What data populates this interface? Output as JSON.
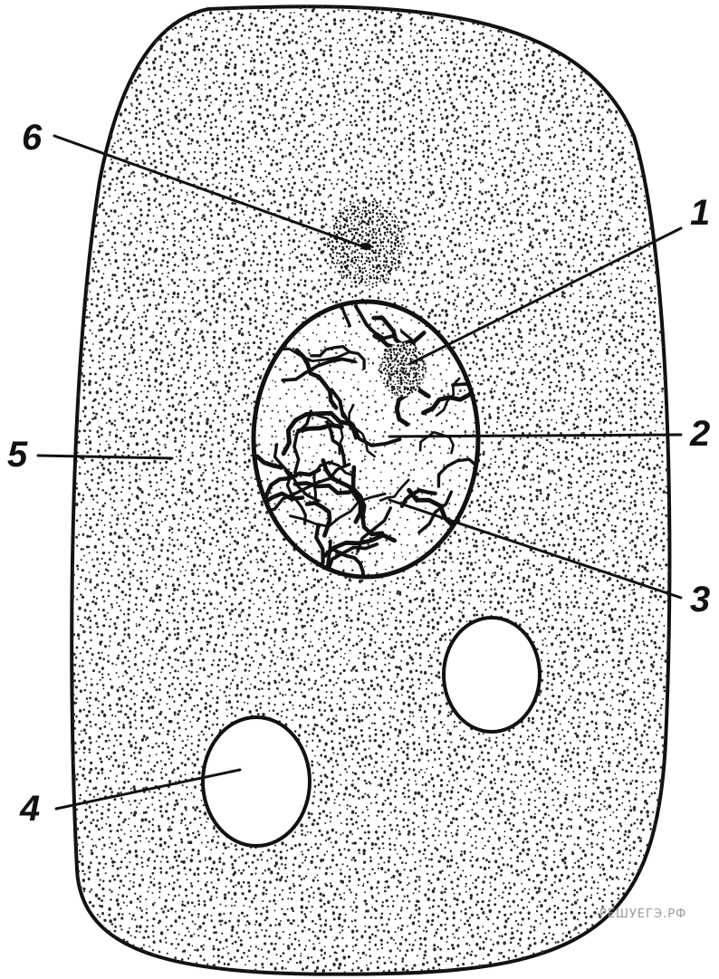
{
  "labels": {
    "l1": "1",
    "l2": "2",
    "l3": "3",
    "l4": "4",
    "l5": "5",
    "l6": "6"
  },
  "watermark": "РЕШУЕГЭ.РФ",
  "colors": {
    "ink": "#111111",
    "paper": "#ffffff",
    "watermark": "#9a9a9a"
  }
}
